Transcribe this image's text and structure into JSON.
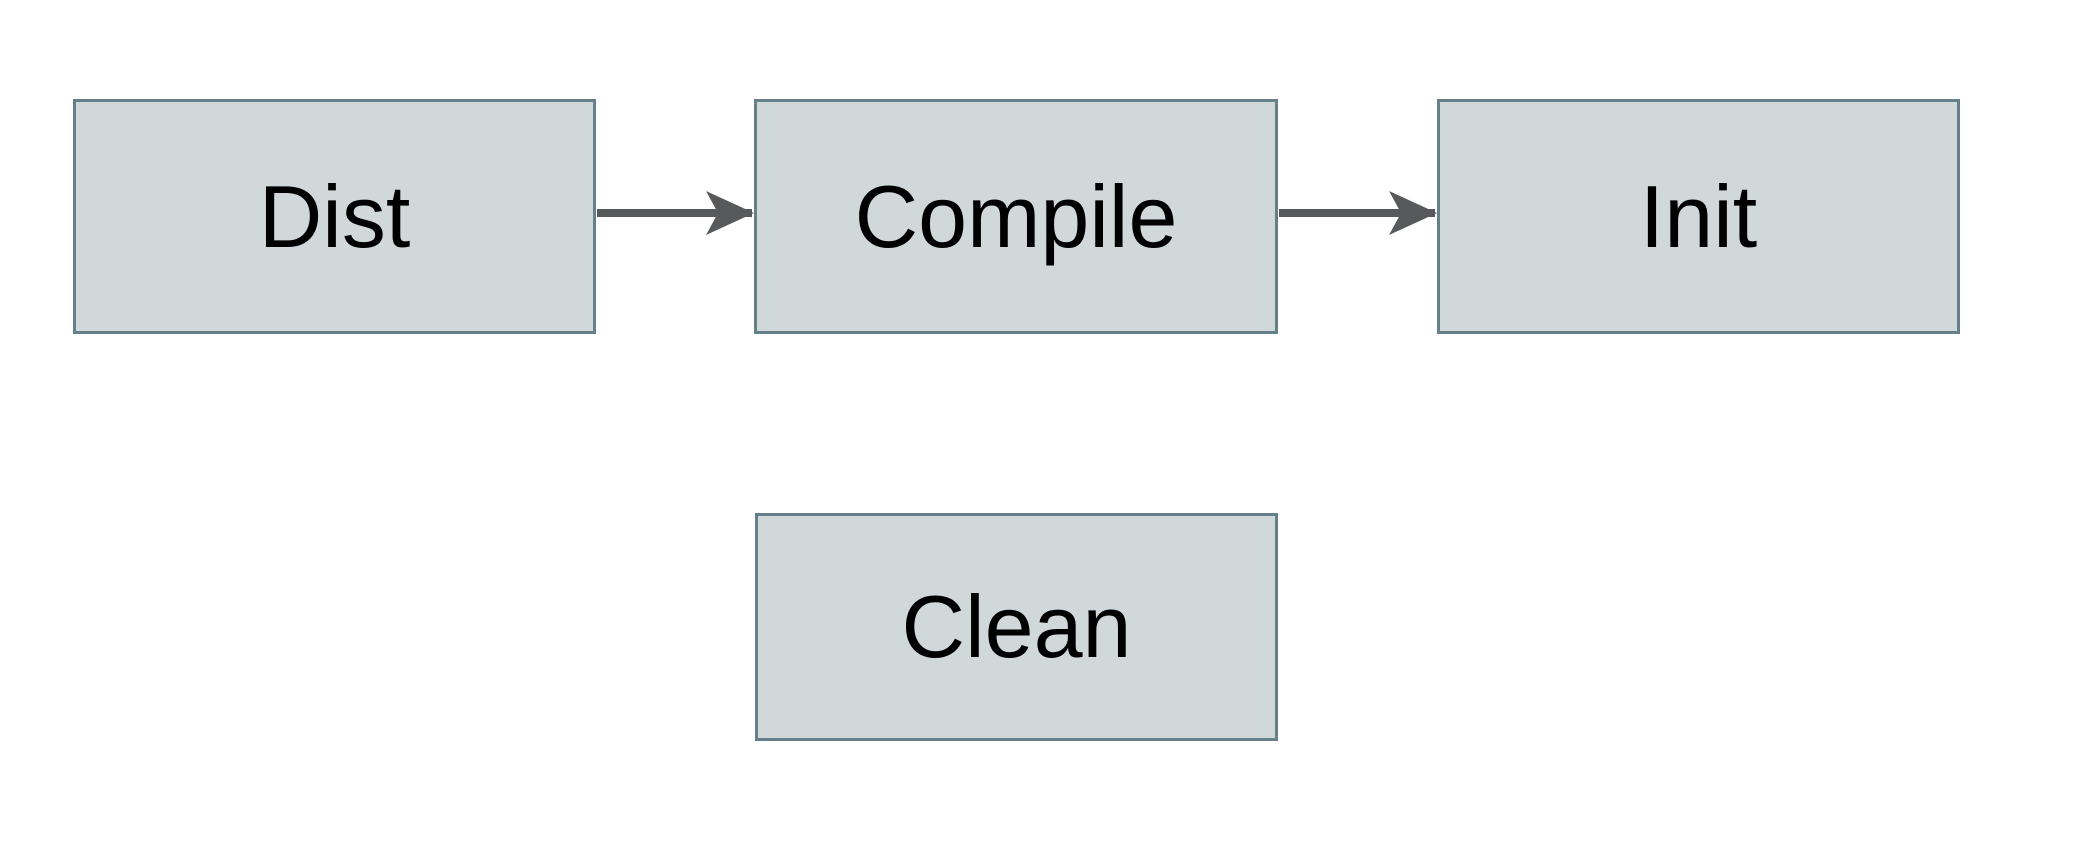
{
  "diagram": {
    "type": "flowchart",
    "nodes": [
      {
        "id": "dist",
        "label": "Dist"
      },
      {
        "id": "compile",
        "label": "Compile"
      },
      {
        "id": "init",
        "label": "Init"
      },
      {
        "id": "clean",
        "label": "Clean"
      }
    ],
    "edges": [
      {
        "from": "Dist",
        "to": "Compile"
      },
      {
        "from": "Compile",
        "to": "Init"
      }
    ],
    "colors": {
      "background": "#ffffff",
      "node_fill": "#d1d8da",
      "node_border": "#657f8b",
      "arrow": "#58595b",
      "text": "#000000"
    }
  }
}
